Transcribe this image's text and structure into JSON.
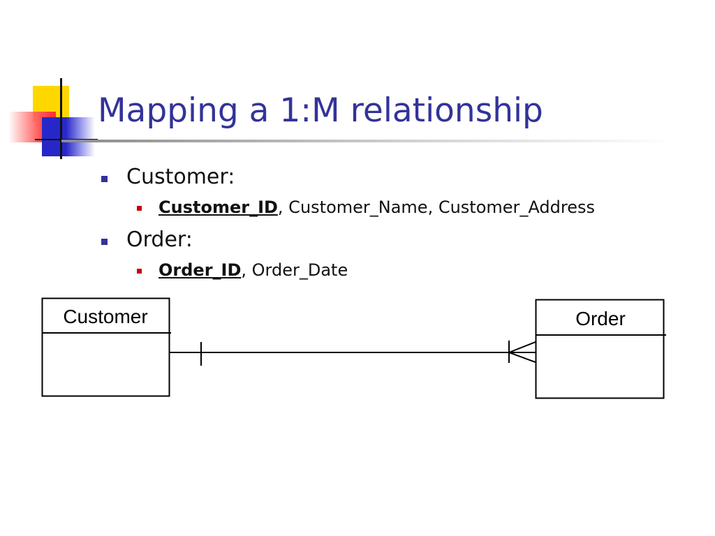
{
  "slide": {
    "title": "Mapping a 1:M relationship"
  },
  "bullets": [
    {
      "label": "Customer:",
      "sub": {
        "key": "Customer_ID",
        "rest": ", Customer_Name, Customer_Address"
      }
    },
    {
      "label": "Order:",
      "sub": {
        "key": "Order_ID",
        "rest": ", Order_Date"
      }
    }
  ],
  "diagram": {
    "entities": [
      {
        "id": "customer",
        "label": "Customer"
      },
      {
        "id": "order",
        "label": "Order"
      }
    ],
    "relationship": {
      "from": "customer",
      "to": "order",
      "from_cardinality": "one",
      "to_cardinality": "many"
    }
  }
}
